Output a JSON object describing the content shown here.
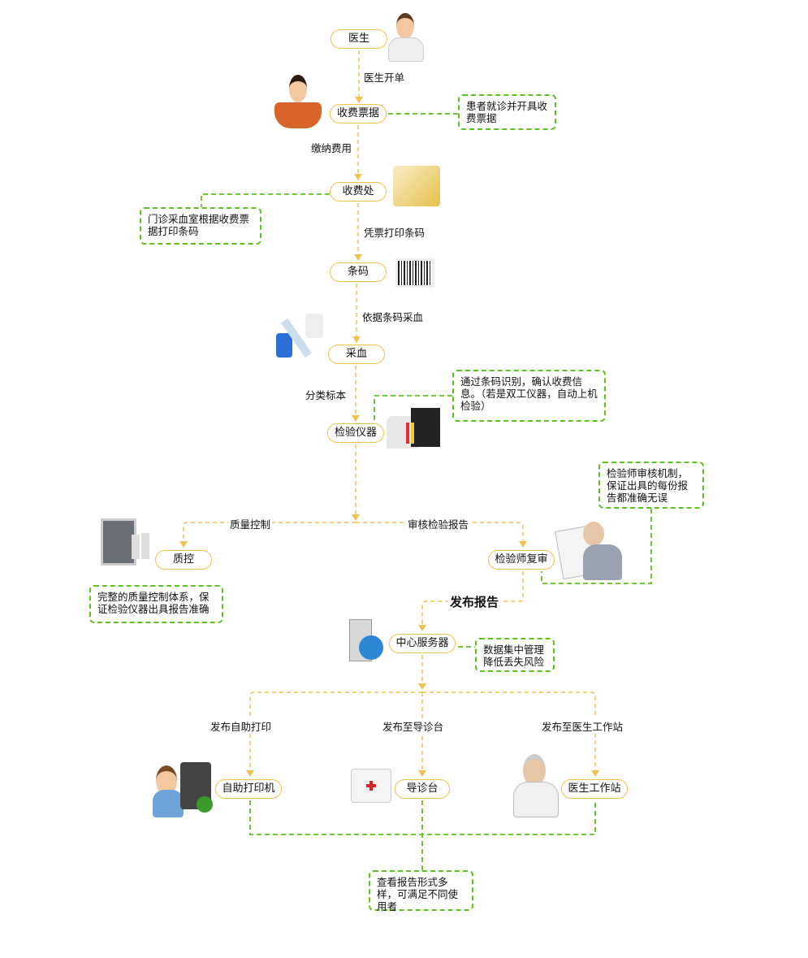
{
  "nodes": {
    "doctor": "医生",
    "receipt": "收费票据",
    "cashier": "收费处",
    "barcode": "条码",
    "blood": "采血",
    "instrument": "检验仪器",
    "qc": "质控",
    "review": "检验师复审",
    "server": "中心服务器",
    "printer": "自助打印机",
    "guide": "导诊台",
    "workstation": "医生工作站"
  },
  "edges": {
    "e1": "医生开单",
    "e2": "缴纳费用",
    "e3": "凭票打印条码",
    "e4": "依据条码采血",
    "e5": "分类标本",
    "e6": "质量控制",
    "e7": "审核检验报告",
    "e8": "发布报告",
    "e9": "发布自助打印",
    "e10": "发布至导诊台",
    "e11": "发布至医生工作站"
  },
  "notes": {
    "n1": "患者就诊并开具收费票据",
    "n2": "门诊采血室根据收费票据打印条码",
    "n3": "通过条码识别，确认收费信息。（若是双工仪器，自动上机检验）",
    "n4": "检验师审核机制，保证出具的每份报告都准确无误",
    "n5": "完整的质量控制体系，保证检验仪器出具报告准确",
    "n6": "数据集中管理降低丢失风险",
    "n7": "查看报告形式多样，可满足不同使用者"
  },
  "colors": {
    "flow": "#f2c14e",
    "note": "#5cc21c"
  }
}
